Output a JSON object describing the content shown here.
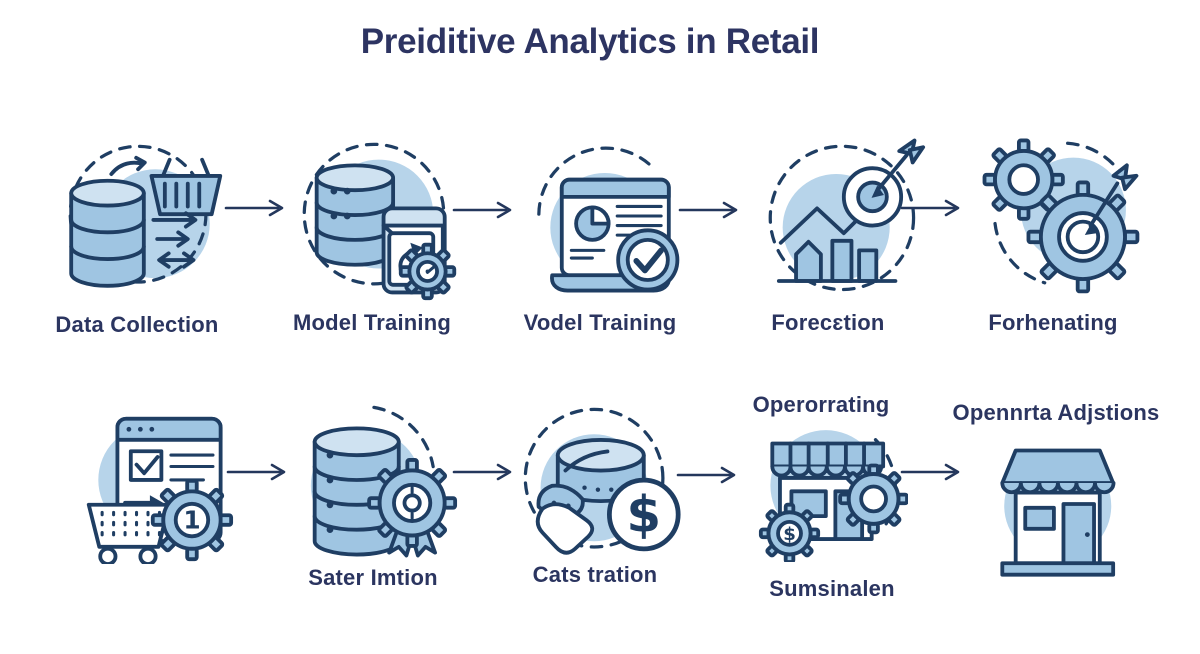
{
  "title": "Preiditive Analytics in Retail",
  "palette": {
    "title_color": "#2d3462",
    "label_color": "#2b3560",
    "outline_color": "#1f3e63",
    "icon_fill_mid": "#9fc5e2",
    "icon_fill_light": "#cfe2f1",
    "circle_background": "#b7d4ea",
    "arrow_color": "#24375c"
  },
  "row1": {
    "steps": [
      {
        "label": "Data Collection",
        "icon": "database-basket-icon"
      },
      {
        "label": "Model Training",
        "icon": "database-document-gear-icon"
      },
      {
        "label": "Vodel Training",
        "icon": "report-checkmark-icon"
      },
      {
        "label": "Forecɛtion",
        "icon": "chart-target-arrow-icon"
      },
      {
        "label": "Forhenating",
        "icon": "gears-target-icon"
      }
    ]
  },
  "row2": {
    "steps": [
      {
        "label": "",
        "icon": "browser-cart-gear-icon"
      },
      {
        "label": "Sater Imtion",
        "icon": "database-badge-icon"
      },
      {
        "label": "Cats tration",
        "icon": "price-hand-dollar-icon"
      },
      {
        "label_top": "Operorrating",
        "label_bottom": "Sumsinalen",
        "icon": "storefront-gears-icon"
      },
      {
        "label_top": "Opennrta Adjstions",
        "icon": "storefront-icon"
      }
    ]
  }
}
